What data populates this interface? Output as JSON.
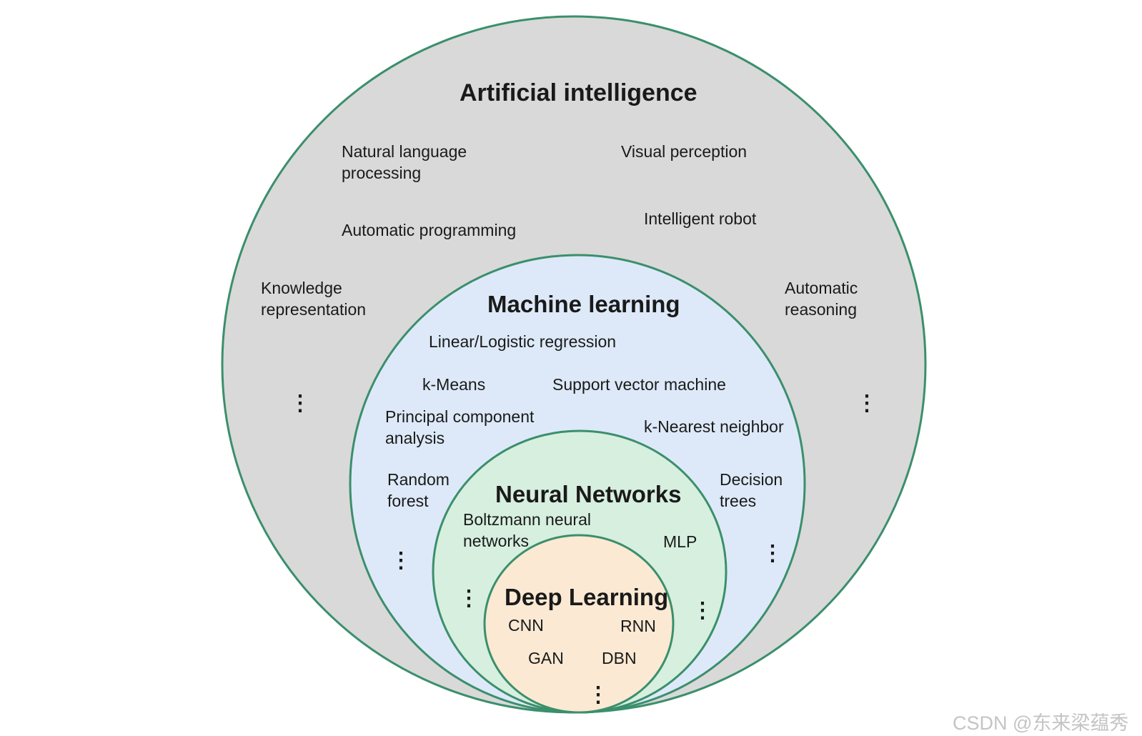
{
  "colors": {
    "ai_fill": "#d9d9d9",
    "ml_fill": "#dde9f8",
    "nn_fill": "#d7efdf",
    "dl_fill": "#fbe9d3",
    "stroke": "#3b8f6c",
    "text": "#1a1a1a"
  },
  "ellipsis": "⋮",
  "artificial_intelligence": {
    "title": "Artificial intelligence",
    "nlp": "Natural language\nprocessing",
    "visual_perception": "Visual perception",
    "automatic_programming": "Automatic programming",
    "intelligent_robot": "Intelligent robot",
    "knowledge_representation": "Knowledge\nrepresentation",
    "automatic_reasoning": "Automatic\nreasoning"
  },
  "machine_learning": {
    "title": "Machine learning",
    "linear_logistic": "Linear/Logistic regression",
    "k_means": "k-Means",
    "svm": "Support vector machine",
    "pca": "Principal component\nanalysis",
    "knn": "k-Nearest neighbor",
    "random_forest": "Random\nforest",
    "decision_trees": "Decision\ntrees"
  },
  "neural_networks": {
    "title": "Neural Networks",
    "boltzmann": "Boltzmann neural\nnetworks",
    "mlp": "MLP"
  },
  "deep_learning": {
    "title": "Deep Learning",
    "cnn": "CNN",
    "rnn": "RNN",
    "gan": "GAN",
    "dbn": "DBN"
  },
  "watermark": "CSDN @东来梁蕴秀"
}
